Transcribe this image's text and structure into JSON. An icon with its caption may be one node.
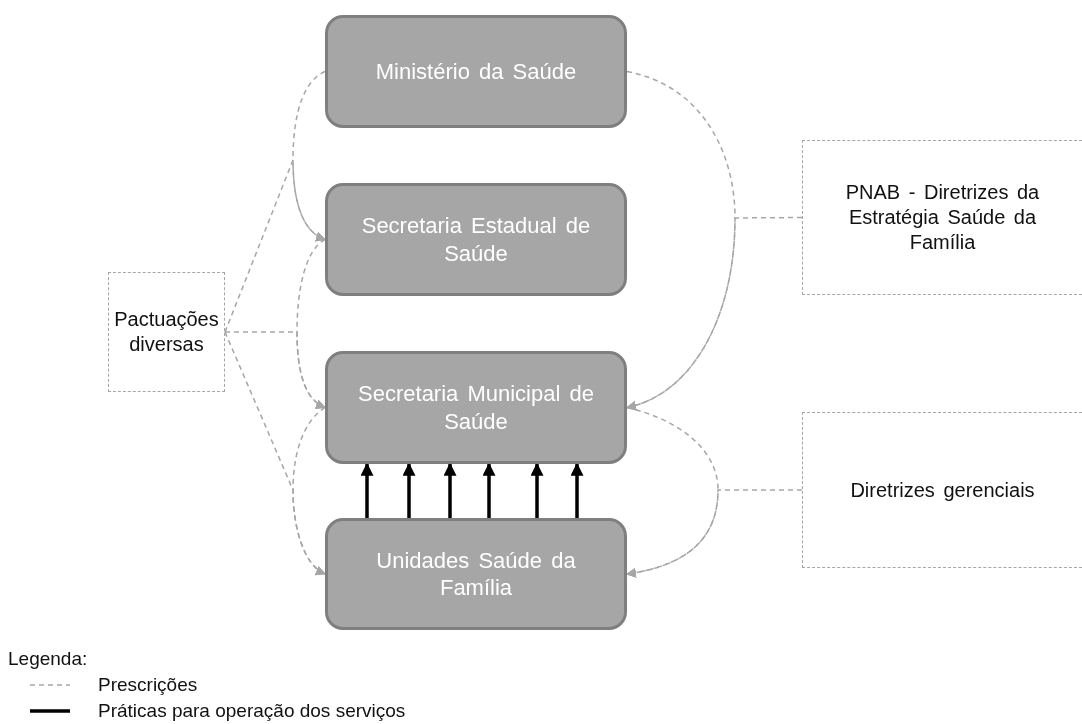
{
  "diagram": {
    "nodes": [
      {
        "text": [
          "Ministério da Saúde"
        ]
      },
      {
        "text": [
          "Secretaria Estadual de Saúde"
        ]
      },
      {
        "text": [
          "Secretaria Municipal de Saúde"
        ]
      },
      {
        "text": [
          "Unidades Saúde da Família"
        ]
      },
      {
        "text": [
          "Pactuações diversas"
        ]
      },
      {
        "text": [
          "PNAB - Diretrizes da Estratégia Saúde da Família"
        ]
      },
      {
        "text": [
          "Diretrizes gerenciais"
        ]
      }
    ],
    "edges": [
      {
        "from": 0,
        "to": 1,
        "arrow": "to",
        "style": "dashed"
      },
      {
        "from": 1,
        "to": 2,
        "arrow": "to",
        "style": "dashed"
      },
      {
        "from": 2,
        "to": 3,
        "arrow": "to",
        "style": "dashed"
      },
      {
        "from": 4,
        "to": 1,
        "arrow": "to",
        "style": "dashed"
      },
      {
        "from": 4,
        "to": 2,
        "arrow": "to",
        "style": "dashed"
      },
      {
        "from": 4,
        "to": 3,
        "arrow": "to",
        "style": "dashed"
      },
      {
        "from": 0,
        "to": 2,
        "arrow": "to",
        "style": "dashed"
      },
      {
        "from": 5,
        "to": 2,
        "arrow": "to",
        "style": "dashed"
      },
      {
        "from": 2,
        "to": 3,
        "arrow": "to",
        "style": "dashed"
      },
      {
        "from": 6,
        "to": 3,
        "arrow": "to",
        "style": "dashed"
      },
      {
        "from": 3,
        "to": 2,
        "arrow": "to",
        "style": "thick",
        "color": "#000000"
      },
      {
        "from": 3,
        "to": 2,
        "arrow": "to",
        "style": "thick",
        "color": "#000000"
      },
      {
        "from": 3,
        "to": 2,
        "arrow": "to",
        "style": "thick",
        "color": "#000000"
      },
      {
        "from": 3,
        "to": 2,
        "arrow": "to",
        "style": "thick",
        "color": "#000000"
      },
      {
        "from": 3,
        "to": 2,
        "arrow": "to",
        "style": "thick",
        "color": "#000000"
      },
      {
        "from": 3,
        "to": 2,
        "arrow": "to",
        "style": "thick",
        "color": "#000000"
      }
    ],
    "labels": [
      "Legenda:"
    ],
    "legend": [
      {
        "text": "Prescrições"
      },
      {
        "text": "Práticas para operação dos serviços"
      }
    ]
  }
}
